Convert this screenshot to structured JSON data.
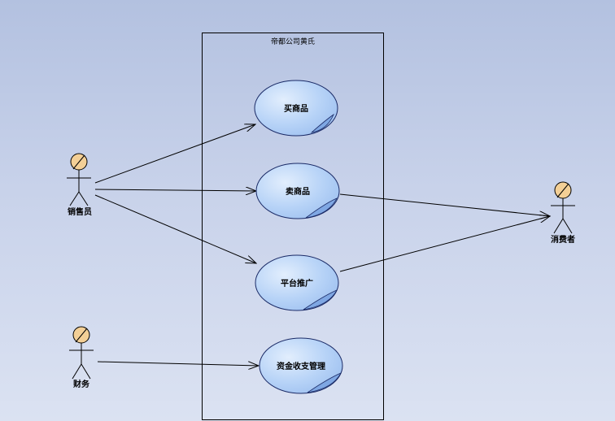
{
  "system": {
    "title": "帝都公司黄氏"
  },
  "use_cases": [
    {
      "id": "buy",
      "label": "买商品"
    },
    {
      "id": "sell",
      "label": "卖商品"
    },
    {
      "id": "promo",
      "label": "平台推广"
    },
    {
      "id": "fund",
      "label": "资金收支管理"
    }
  ],
  "actors": [
    {
      "id": "seller",
      "label": "销售员"
    },
    {
      "id": "finance",
      "label": "财务"
    },
    {
      "id": "consumer",
      "label": "消费者"
    }
  ],
  "associations": [
    {
      "from": "seller",
      "to": "buy"
    },
    {
      "from": "seller",
      "to": "sell"
    },
    {
      "from": "seller",
      "to": "promo"
    },
    {
      "from": "finance",
      "to": "fund"
    },
    {
      "from": "sell",
      "to": "consumer"
    },
    {
      "from": "promo",
      "to": "consumer"
    }
  ],
  "colors": {
    "ellipse_fill": "#a9c9f5",
    "ellipse_fill_light": "#d6e6fc",
    "ellipse_stroke": "#1a2a66",
    "actor_head": "#f3cf96",
    "line": "#000000"
  }
}
